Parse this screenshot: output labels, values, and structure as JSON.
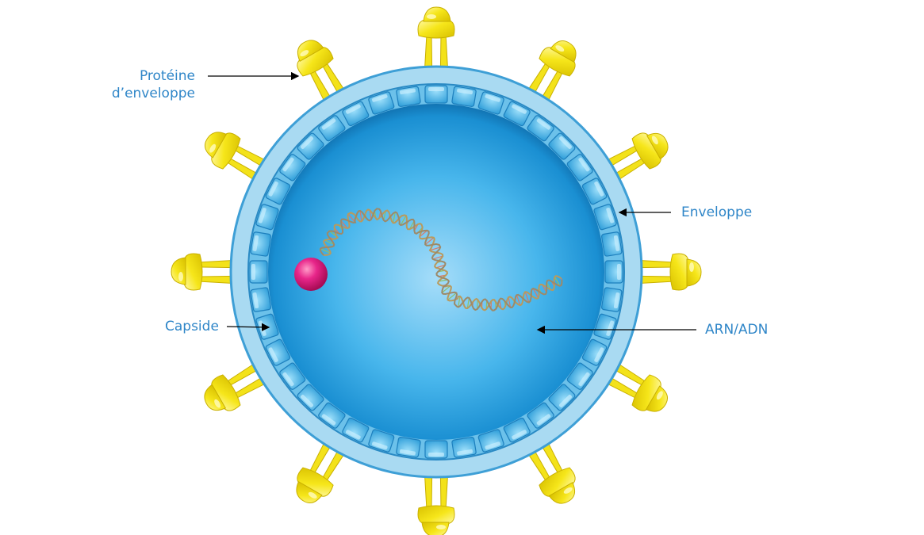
{
  "labels": {
    "protein_line1": "Protéine",
    "protein_line2": "d’enveloppe",
    "envelope": "Enveloppe",
    "capsid": "Capside",
    "rna_dna": "ARN/ADN"
  },
  "colors": {
    "label_text": "#2f86c8",
    "envelope": "#9fd3ef",
    "envelope_edge": "#3e9fd6",
    "capsid_block": "#3aa9e3",
    "core_center": "#8fd3f7",
    "core_edge": "#0d6fb1",
    "spike": "#f5e614",
    "spike_shade": "#d9c200",
    "nucleic_acid": "#b8a07a",
    "particle": "#e01e7a",
    "arrow": "#000000"
  },
  "spike_count": 12,
  "capsid_block_count": 40
}
